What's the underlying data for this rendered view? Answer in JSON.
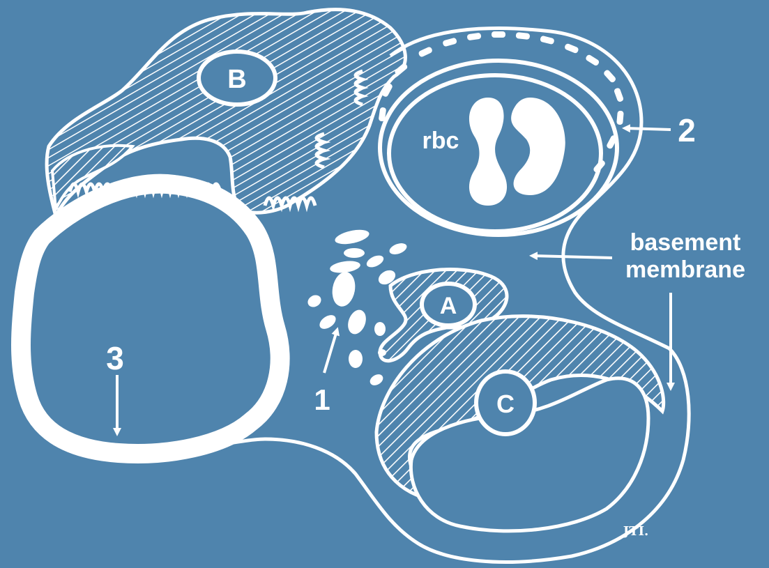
{
  "labels": {
    "cell_a": "A",
    "cell_b": "B",
    "cell_c": "C",
    "rbc": "rbc",
    "pointer_1": "1",
    "pointer_2": "2",
    "pointer_3": "3",
    "basement_line1": "basement",
    "basement_line2": "membrane",
    "signature": "JTI."
  },
  "colors": {
    "background": "#4f84ad",
    "ink": "#ffffff"
  }
}
